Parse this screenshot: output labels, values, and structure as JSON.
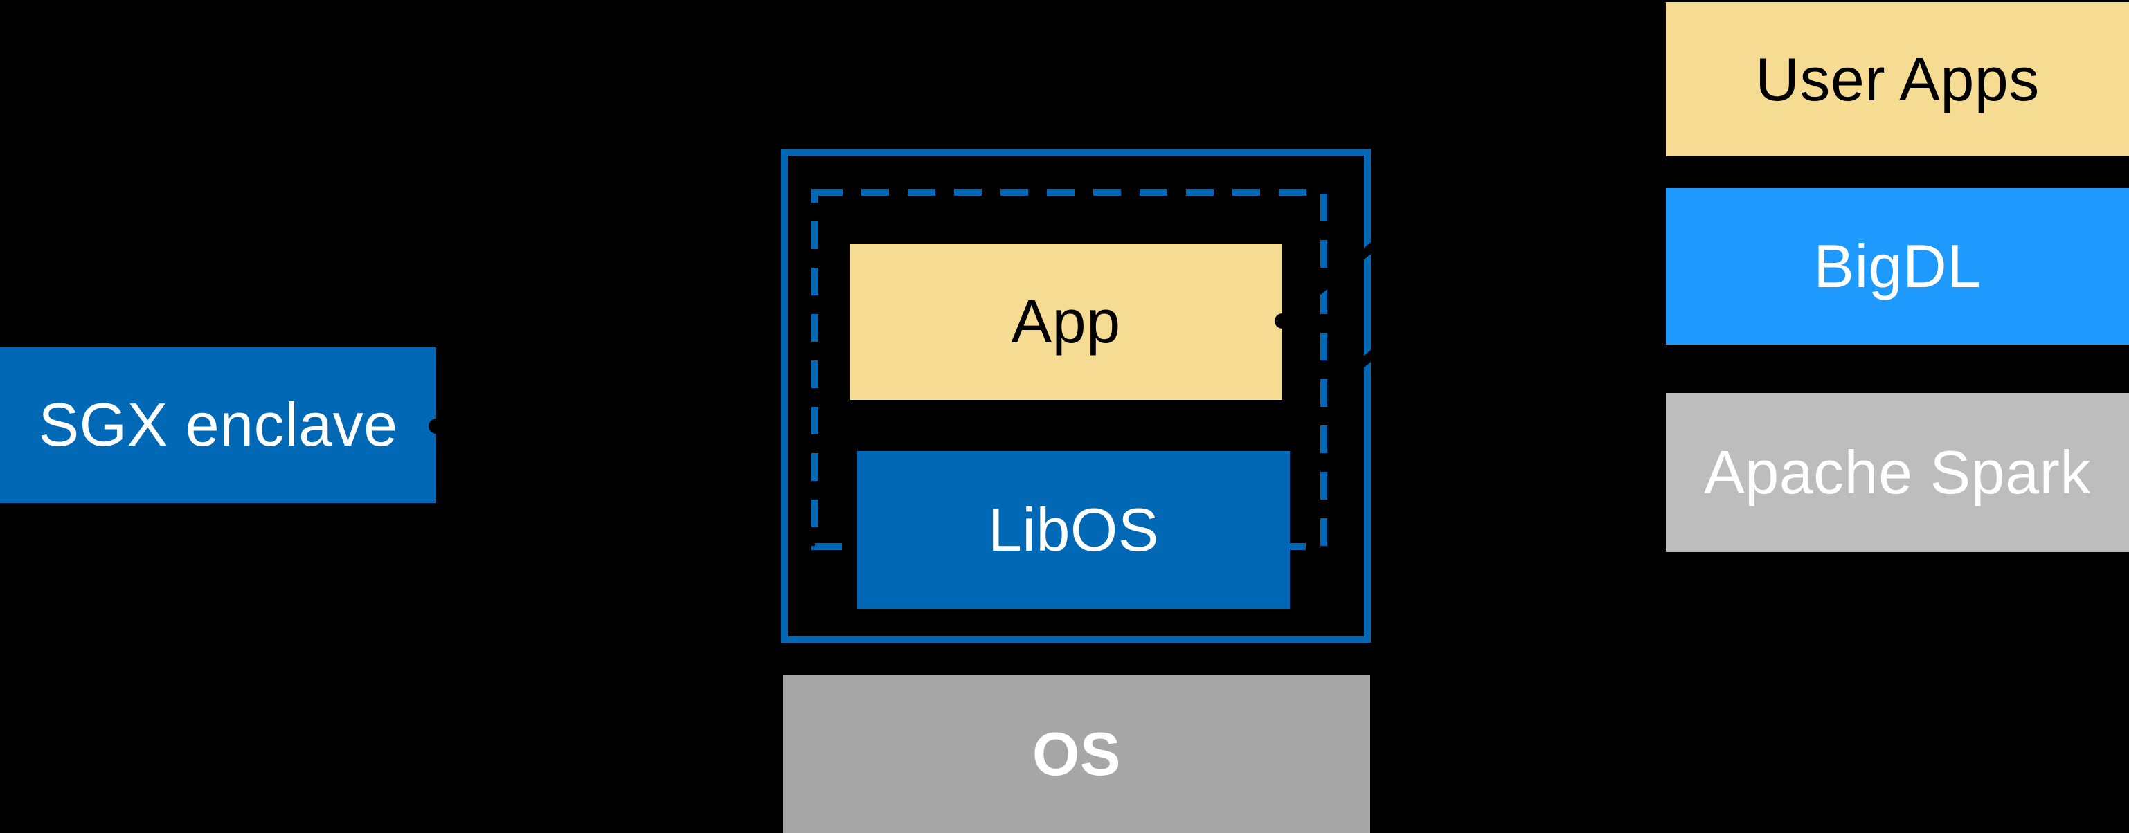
{
  "diagram": {
    "title": "SGX LibOS architecture diagram",
    "background_color": "#000000",
    "colors": {
      "intel_blue": "#0068B5",
      "bright_blue": "#1E9AFF",
      "yellow": "#F6DC92",
      "os_gray": "#A6A6A6",
      "spark_gray": "#BDBDBD",
      "arrow_black": "#000000",
      "text_dark": "#000000",
      "text_light": "#FFFFFF"
    },
    "sgx": {
      "label": "SGX enclave"
    },
    "host": {
      "app": {
        "label": "App"
      },
      "libos": {
        "label": "LibOS"
      }
    },
    "os": {
      "label": "OS"
    },
    "stack": {
      "user_apps": {
        "label": "User Apps"
      },
      "bigdl": {
        "label": "BigDL"
      },
      "spark": {
        "label": "Apache Spark"
      }
    }
  }
}
